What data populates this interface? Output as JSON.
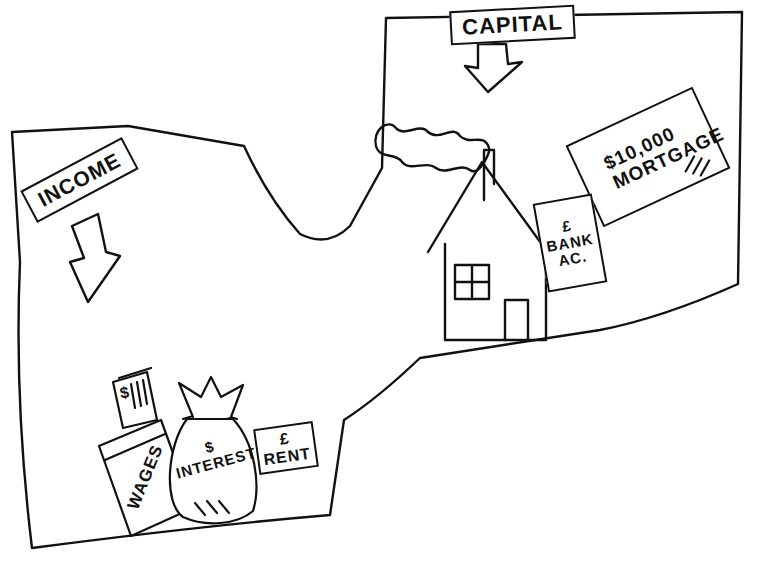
{
  "diagram": {
    "nodes": [
      {
        "text": [
          "CAPITAL"
        ]
      },
      {
        "text": [
          "$10,000 MORTGAGE"
        ]
      },
      {
        "text": [
          "£ BANK AC."
        ]
      },
      {
        "text": [
          "INCOME"
        ]
      },
      {
        "text": [
          "$",
          "WAGES"
        ]
      },
      {
        "text": [
          "$ INTEREST"
        ]
      },
      {
        "text": [
          "£ RENT"
        ]
      }
    ]
  }
}
